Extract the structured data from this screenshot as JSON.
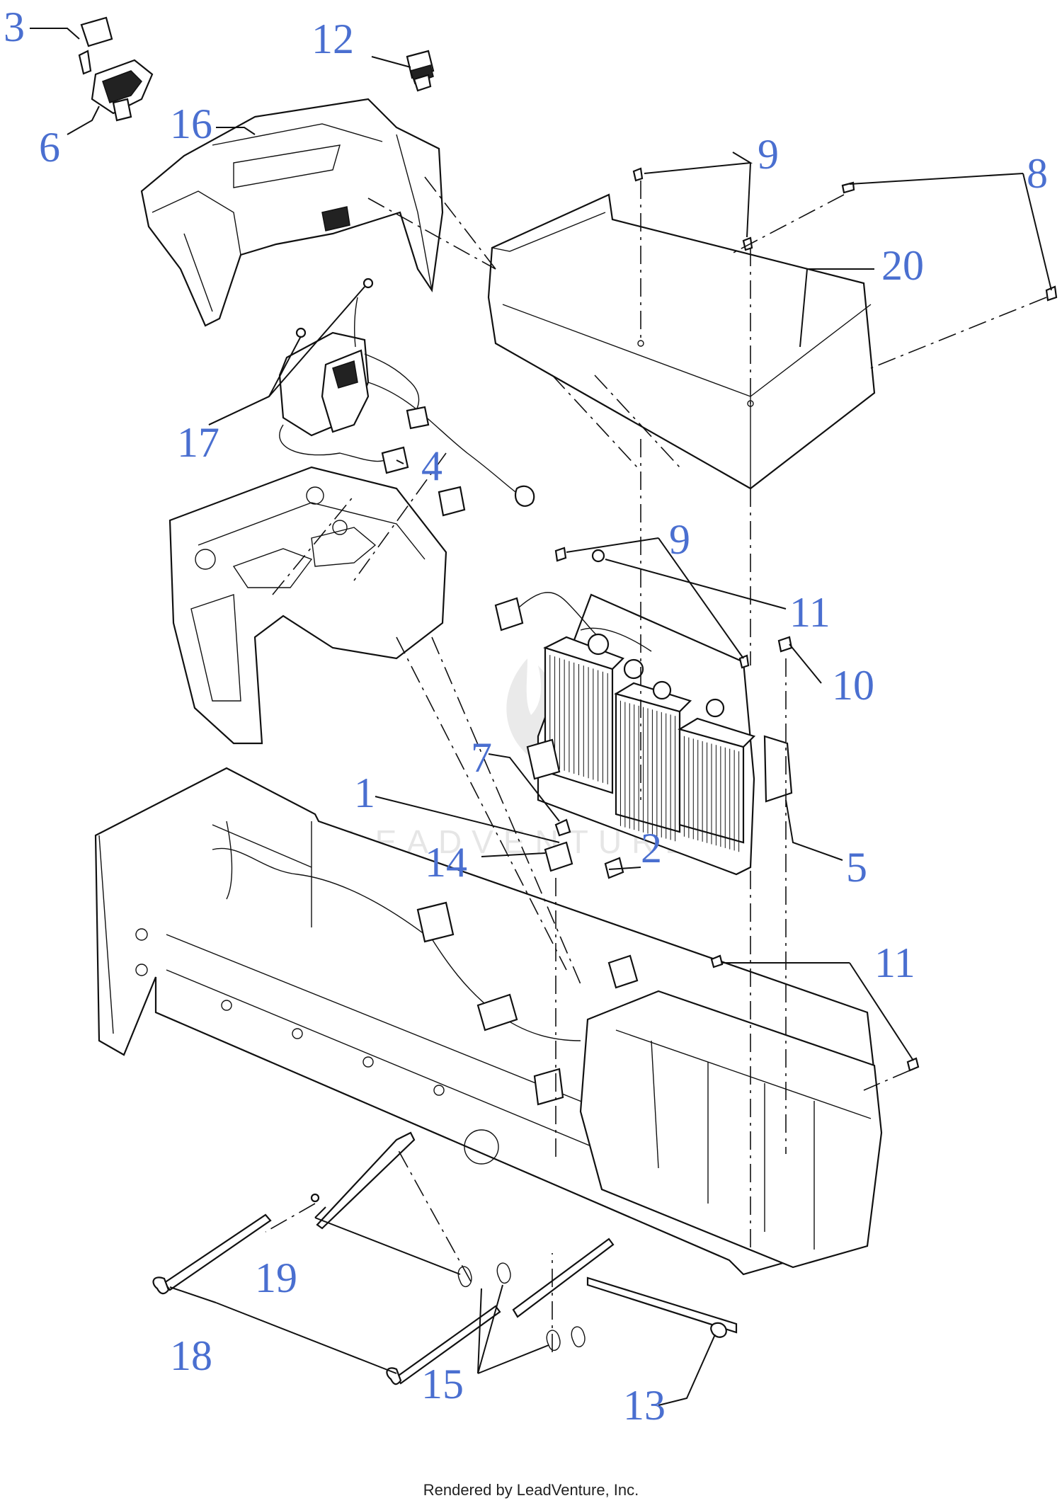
{
  "diagram": {
    "callouts": [
      {
        "id": "c3",
        "label": "3"
      },
      {
        "id": "c12",
        "label": "12"
      },
      {
        "id": "c16",
        "label": "16"
      },
      {
        "id": "c6",
        "label": "6"
      },
      {
        "id": "c9a",
        "label": "9"
      },
      {
        "id": "c8",
        "label": "8"
      },
      {
        "id": "c20",
        "label": "20"
      },
      {
        "id": "c17",
        "label": "17"
      },
      {
        "id": "c4",
        "label": "4"
      },
      {
        "id": "c9b",
        "label": "9"
      },
      {
        "id": "c11a",
        "label": "11"
      },
      {
        "id": "c10",
        "label": "10"
      },
      {
        "id": "c7",
        "label": "7"
      },
      {
        "id": "c1",
        "label": "1"
      },
      {
        "id": "c14",
        "label": "14"
      },
      {
        "id": "c2",
        "label": "2"
      },
      {
        "id": "c5",
        "label": "5"
      },
      {
        "id": "c11b",
        "label": "11"
      },
      {
        "id": "c19",
        "label": "19"
      },
      {
        "id": "c18",
        "label": "18"
      },
      {
        "id": "c15",
        "label": "15"
      },
      {
        "id": "c13",
        "label": "13"
      }
    ],
    "watermark": "LEADVENTURE",
    "footer_credit": "Rendered by LeadVenture, Inc."
  },
  "colors": {
    "callout": "#4a6fd0",
    "linework": "#111111",
    "background": "#ffffff",
    "watermark": "#e6e6e6"
  }
}
